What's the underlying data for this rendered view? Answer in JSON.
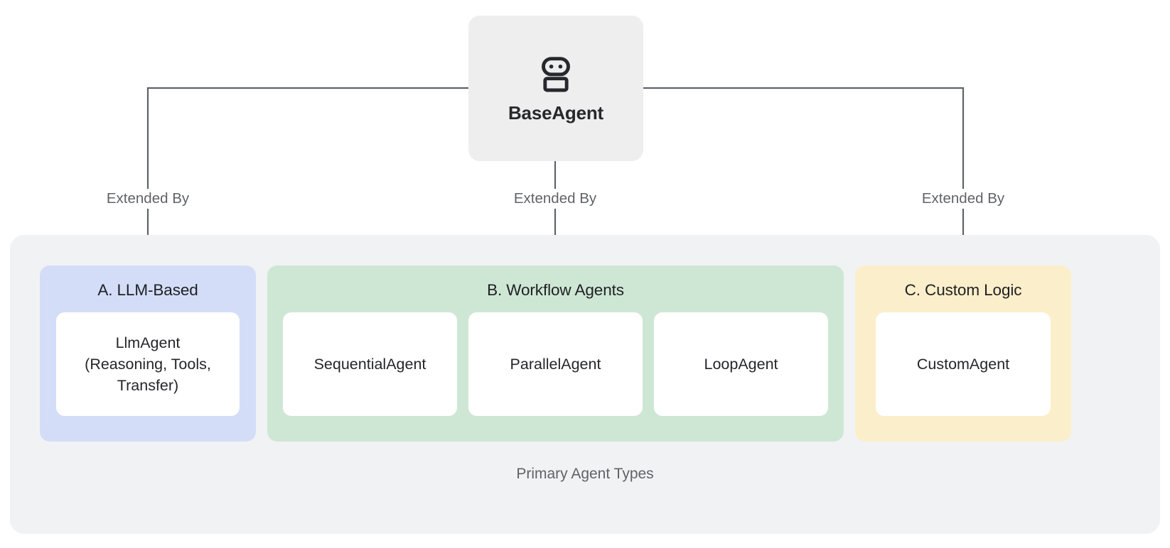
{
  "diagram": {
    "root": {
      "label": "BaseAgent",
      "icon": "robot-icon",
      "background": "#eeeeee"
    },
    "edges": [
      {
        "label": "Extended By"
      },
      {
        "label": "Extended By"
      },
      {
        "label": "Extended By"
      }
    ],
    "group": {
      "caption": "Primary Agent Types",
      "background": "#f1f2f4"
    },
    "categories": [
      {
        "id": "llm-based",
        "title": "A. LLM-Based",
        "color": "#d4ddf7",
        "items": [
          {
            "label": "LlmAgent\n(Reasoning, Tools,\nTransfer)"
          }
        ]
      },
      {
        "id": "workflow-agents",
        "title": "B. Workflow Agents",
        "color": "#cee7d5",
        "items": [
          {
            "label": "SequentialAgent"
          },
          {
            "label": "ParallelAgent"
          },
          {
            "label": "LoopAgent"
          }
        ]
      },
      {
        "id": "custom-logic",
        "title": "C. Custom Logic",
        "color": "#fbeeca",
        "items": [
          {
            "label": "CustomAgent"
          }
        ]
      }
    ],
    "connector_color": "#5f6368"
  }
}
